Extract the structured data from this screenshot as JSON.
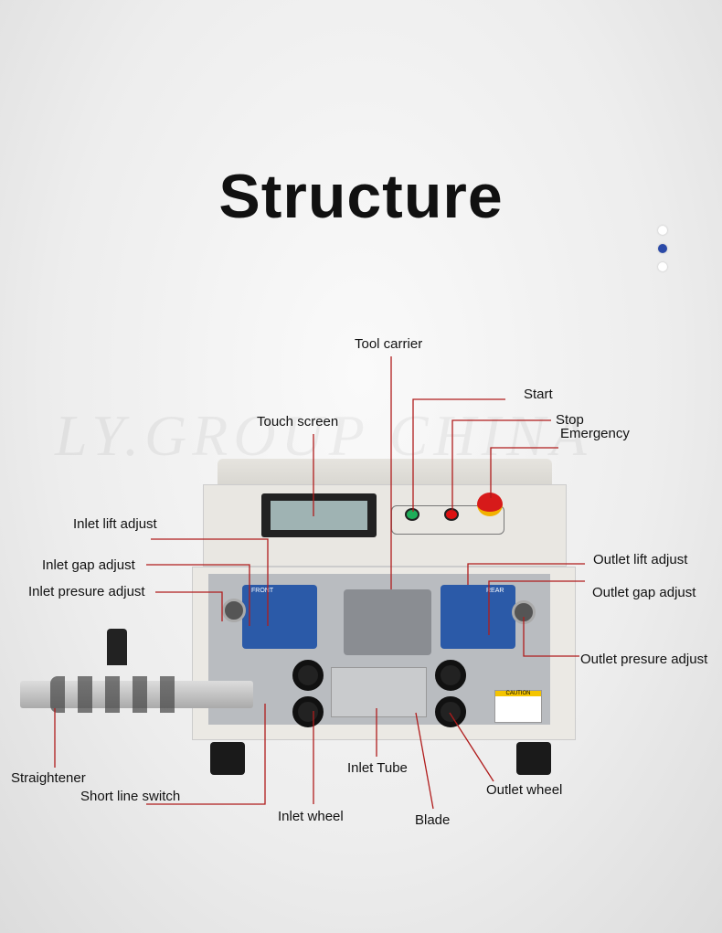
{
  "title": "Structure",
  "carousel": {
    "count": 3,
    "active": 1,
    "active_color": "#2b4aa8"
  },
  "watermark": "LY.GROUP CHINA",
  "labels": {
    "tool_carrier": "Tool carrier",
    "touch_screen": "Touch screen",
    "start": "Start",
    "stop": "Stop",
    "emergency": "Emergency",
    "inlet_lift": "Inlet lift adjust",
    "inlet_gap": "Inlet gap adjust",
    "inlet_pressure": "Inlet presure adjust",
    "outlet_lift": "Outlet lift adjust",
    "outlet_gap": "Outlet gap adjust",
    "outlet_pressure": "Outlet presure adjust",
    "straightener": "Straightener",
    "short_line": "Short line switch",
    "inlet_wheel": "Inlet wheel",
    "inlet_tube": "Inlet Tube",
    "blade": "Blade",
    "outlet_wheel": "Outlet wheel"
  },
  "panel": {
    "front": "FRONT",
    "rear": "REAR",
    "caution": "CAUTION"
  },
  "leader_color": "#b01c1c"
}
